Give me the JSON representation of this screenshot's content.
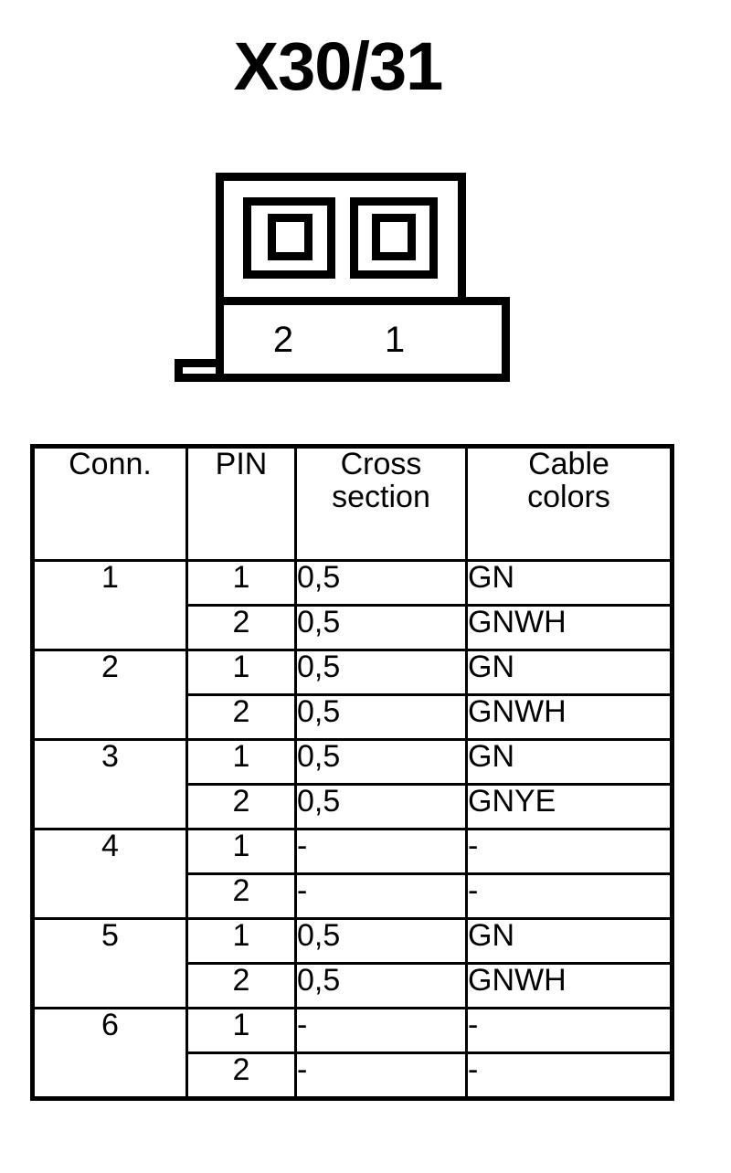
{
  "title": "X30/31",
  "connector_diagram": {
    "name": "2-pin-connector-housing",
    "pin_labels": [
      "2",
      "1"
    ],
    "pin_count": 2
  },
  "table": {
    "headers": [
      {
        "key": "conn",
        "lines": [
          "Conn."
        ]
      },
      {
        "key": "pin",
        "lines": [
          "PIN"
        ]
      },
      {
        "key": "cross",
        "lines": [
          "Cross",
          "section"
        ]
      },
      {
        "key": "color",
        "lines": [
          "Cable",
          "colors"
        ]
      }
    ],
    "connectors": [
      {
        "conn": "1",
        "rows": [
          {
            "pin": "1",
            "cross": "0,5",
            "color": "GN"
          },
          {
            "pin": "2",
            "cross": "0,5",
            "color": "GNWH"
          }
        ]
      },
      {
        "conn": "2",
        "rows": [
          {
            "pin": "1",
            "cross": "0,5",
            "color": "GN"
          },
          {
            "pin": "2",
            "cross": "0,5",
            "color": "GNWH"
          }
        ]
      },
      {
        "conn": "3",
        "rows": [
          {
            "pin": "1",
            "cross": "0,5",
            "color": "GN"
          },
          {
            "pin": "2",
            "cross": "0,5",
            "color": "GNYE"
          }
        ]
      },
      {
        "conn": "4",
        "rows": [
          {
            "pin": "1",
            "cross": "-",
            "color": "-"
          },
          {
            "pin": "2",
            "cross": "-",
            "color": "-"
          }
        ]
      },
      {
        "conn": "5",
        "rows": [
          {
            "pin": "1",
            "cross": "0,5",
            "color": "GN"
          },
          {
            "pin": "2",
            "cross": "0,5",
            "color": "GNWH"
          }
        ]
      },
      {
        "conn": "6",
        "rows": [
          {
            "pin": "1",
            "cross": "-",
            "color": "-"
          },
          {
            "pin": "2",
            "cross": "-",
            "color": "-"
          }
        ]
      }
    ]
  },
  "colors": {
    "ink": "#000000",
    "paper": "#ffffff"
  }
}
